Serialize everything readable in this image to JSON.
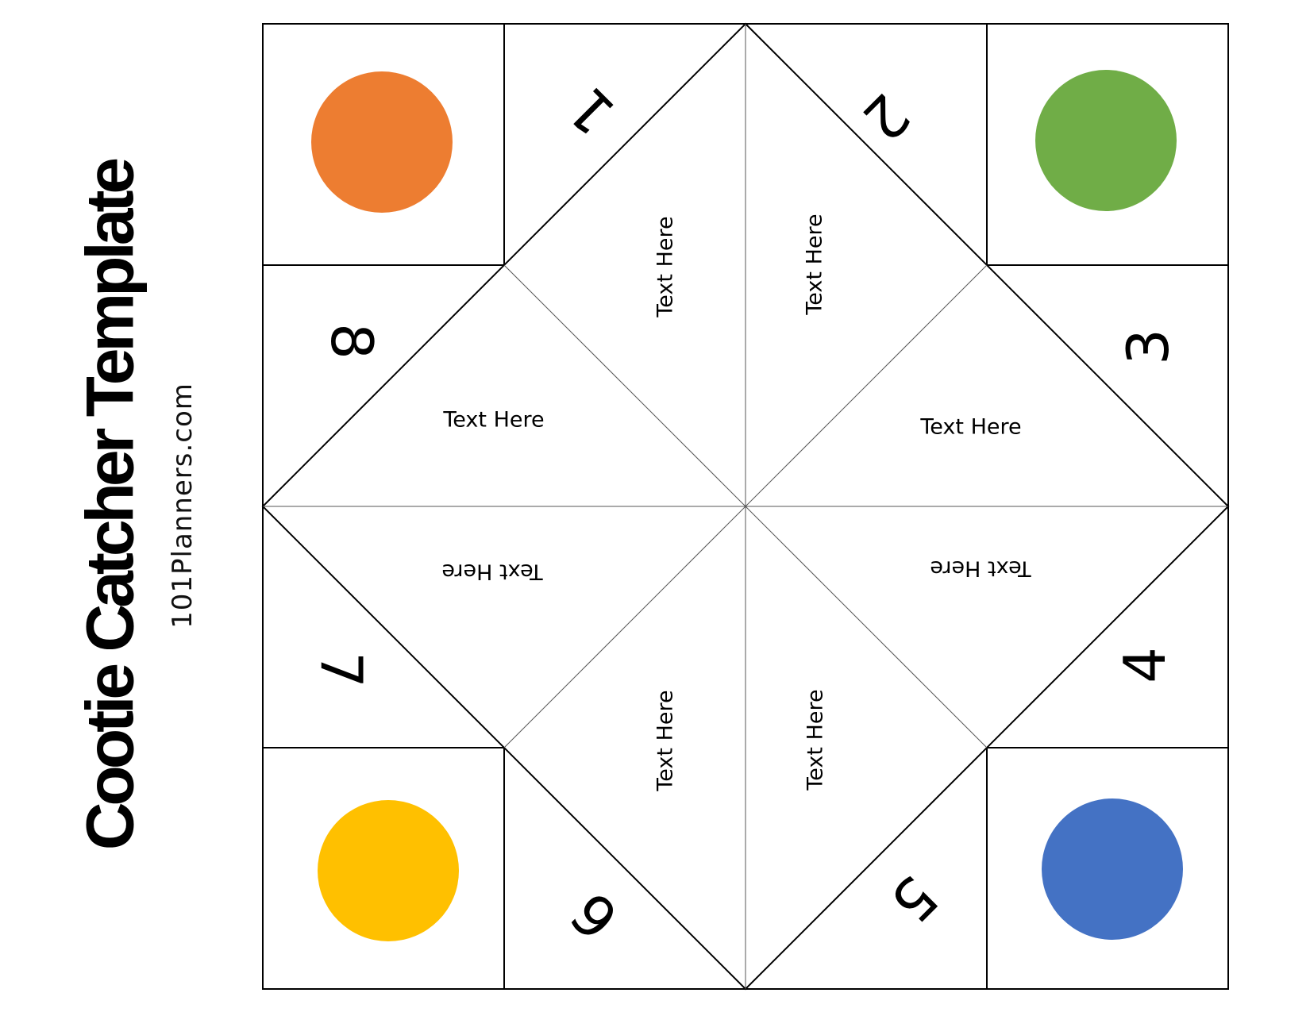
{
  "header": {
    "title": "Cootie Catcher Template",
    "subtitle": "101Planners.com"
  },
  "flaps": {
    "numbers": [
      "1",
      "2",
      "3",
      "4",
      "5",
      "6",
      "7",
      "8"
    ],
    "text_labels": [
      "Text Here",
      "Text Here",
      "Text Here",
      "Text Here",
      "Text Here",
      "Text Here",
      "Text Here",
      "Text Here"
    ]
  },
  "corners": {
    "top_left_color": "#ED7D31",
    "top_right_color": "#70AD47",
    "bottom_left_color": "#FFC000",
    "bottom_right_color": "#4472C4"
  },
  "style": {
    "line_color": "#000000",
    "fold_line_color": "#555555"
  }
}
